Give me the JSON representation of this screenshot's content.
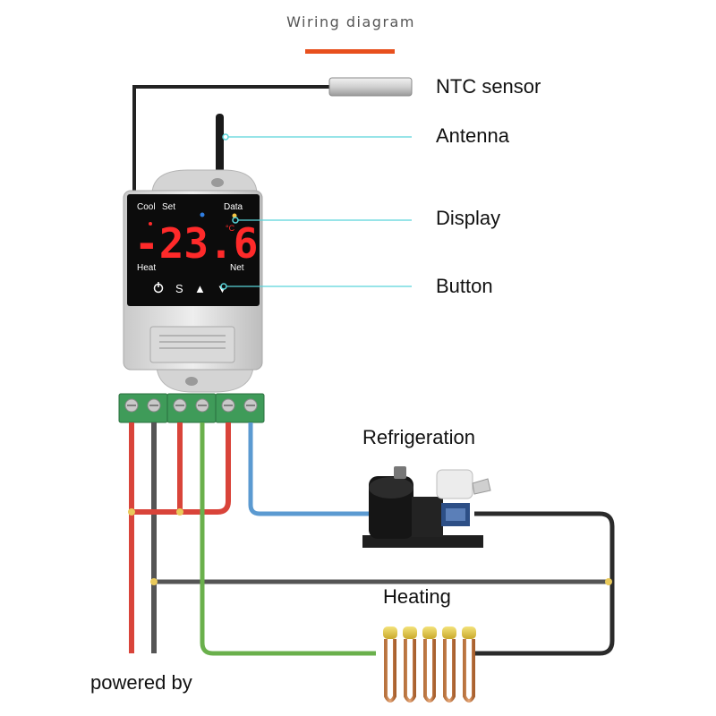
{
  "title": "Wiring diagram",
  "colors": {
    "accent": "#e8501e",
    "callout": "#59d4d9",
    "live": "#d9443a",
    "neutral": "#555555",
    "blue": "#5b9ad1",
    "green": "#6ab04c",
    "terminal": "#3f9b59",
    "display_panel": "#0c0c0c",
    "display_digits": "#ff2a2a"
  },
  "labels": {
    "ntc_sensor": "NTC sensor",
    "antenna": "Antenna",
    "display": "Display",
    "button": "Button",
    "refrigeration": "Refrigeration",
    "heating": "Heating",
    "powered_by": "powered by"
  },
  "device": {
    "reading": "-23.6",
    "unit_icon": "celsius-icon",
    "indicators": {
      "cool": "Cool",
      "set": "Set",
      "data": "Data",
      "heat": "Heat",
      "net": "Net"
    },
    "buttons": [
      {
        "name": "power",
        "icon": "power-icon",
        "label": "⏻"
      },
      {
        "name": "set",
        "icon": "set-icon",
        "label": "S"
      },
      {
        "name": "up",
        "icon": "up-arrow-icon",
        "label": "▲"
      },
      {
        "name": "down",
        "icon": "down-arrow-icon",
        "label": "▼"
      }
    ]
  }
}
